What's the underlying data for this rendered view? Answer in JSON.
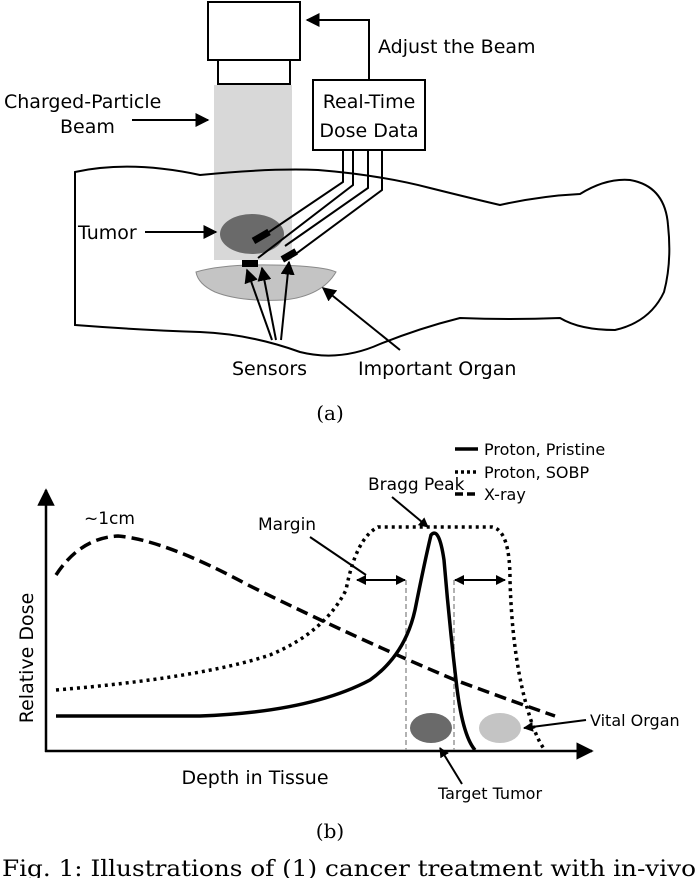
{
  "panel_a": {
    "adjust_label": "Adjust the Beam",
    "dose_data_line1": "Real-Time",
    "dose_data_line2": "Dose Data",
    "beam_label_line1": "Charged-Particle",
    "beam_label_line2": "Beam",
    "tumor_label": "Tumor",
    "sensors_label": "Sensors",
    "organ_label": "Important Organ",
    "caption": "(a)"
  },
  "panel_b": {
    "legend": [
      "Proton, Pristine",
      "Proton, SOBP",
      "X-ray"
    ],
    "bragg_label": "Bragg Peak",
    "margin_label": "Margin",
    "cm_label": "~1cm",
    "ylabel": "Relative Dose",
    "xlabel": "Depth in Tissue",
    "target_label": "Target Tumor",
    "vital_label": "Vital Organ",
    "caption": "(b)"
  },
  "figure_caption": "Fig. 1: Illustrations of (1) cancer treatment with in-vivo"
}
